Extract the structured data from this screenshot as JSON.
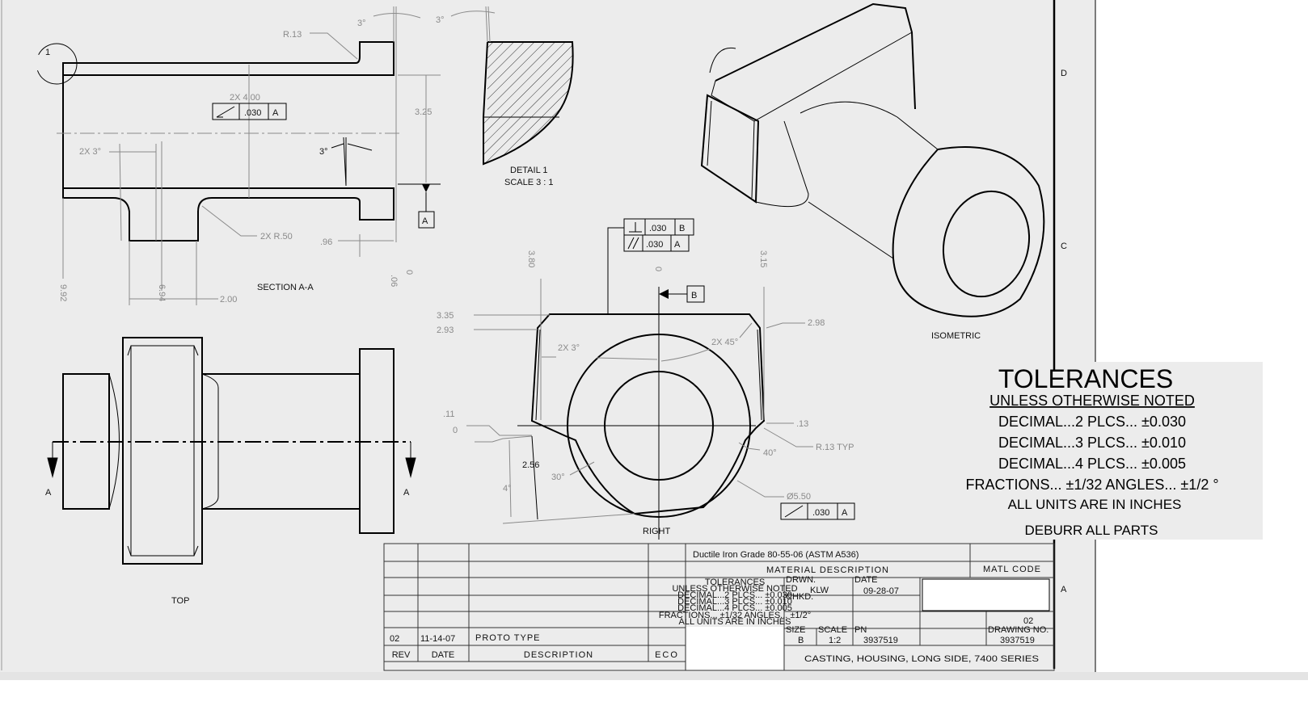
{
  "views": {
    "section": {
      "label": "SECTION A-A",
      "detail_callout": "1",
      "dims": {
        "r13": "R.13",
        "angle_top": "3°",
        "angle_top2": "3°",
        "twox400": "2X 4.00",
        "d325": "3.25",
        "twox3": "2X 3°",
        "angle_mid": "3°",
        "twoxr50": "2X R.50",
        "d96": ".96",
        "d992": "9.92",
        "d694": "6.94",
        "d200": "2.00",
        "d06": ".06",
        "d0": "0"
      },
      "fcf": {
        "tolerance": ".030",
        "datum": "A",
        "symbol": "total-runout"
      },
      "datum_a": "A"
    },
    "detail": {
      "label": "DETAIL 1",
      "scale": "SCALE 3 : 1",
      "angle": "3°"
    },
    "right": {
      "label": "RIGHT",
      "dims": {
        "d380": "3.80",
        "d0top": "0",
        "d315": "3.15",
        "d335": "3.35",
        "d293": "2.93",
        "d298": "2.98",
        "twox3": "2X 3°",
        "twox45": "2X 45°",
        "d11": ".11",
        "d0": "0",
        "d13": ".13",
        "r13typ": "R.13 TYP",
        "a40": "40°",
        "d256": "2.56",
        "a30": "30°",
        "a4": "4°",
        "dia550": "Ø5.50"
      },
      "fcf_perp": {
        "tolerance": ".030",
        "datum": "B"
      },
      "fcf_par": {
        "tolerance": ".030",
        "datum": "A"
      },
      "fcf_runout": {
        "tolerance": ".030",
        "datum": "A"
      },
      "datum_b": "B"
    },
    "top": {
      "label": "TOP",
      "section_marks": [
        "A",
        "A"
      ]
    },
    "isometric": {
      "label": "ISOMETRIC"
    }
  },
  "border_zones": [
    "D",
    "C",
    "A"
  ],
  "tolerances_note": {
    "title": "TOLERANCES",
    "subtitle": "UNLESS OTHERWISE NOTED",
    "lines": [
      "DECIMAL...2 PLCS... ±0.030",
      "DECIMAL...3 PLCS... ±0.010",
      "DECIMAL...4 PLCS... ±0.005",
      "FRACTIONS... ±1/32 ANGLES... ±1/2 °",
      "ALL UNITS ARE IN INCHES"
    ],
    "deburr": "DEBURR ALL PARTS"
  },
  "title_block": {
    "material": "Ductile Iron Grade 80-55-06 (ASTM A536)",
    "material_label": "MATERIAL DESCRIPTION",
    "matl_code_label": "MATL CODE",
    "tolerances_mini": {
      "title": "TOLERANCES",
      "lines": [
        "UNLESS OTHERWISE NOTED",
        "DECIMAL...2 PLCS... ±0.030",
        "DECIMAL...3 PLCS... ±0.010",
        "DECIMAL...4 PLCS... ±0.005",
        "FRACTIONS... ±1/32 ANGLES... ±1/2°",
        "ALL UNITS ARE IN INCHES"
      ]
    },
    "drawn_label": "DRWN.",
    "drawn_by": "KLW",
    "date_label": "DATE",
    "date": "09-28-07",
    "checked_label": "CHKD.",
    "size_label": "SIZE",
    "size": "B",
    "scale_label": "SCALE",
    "scale": "1:2",
    "pn_label": "PN",
    "pn": "3937519",
    "drawing_no_label": "DRAWING NO.",
    "drawing_no": "3937519",
    "rev_value": "02",
    "title": "CASTING, HOUSING, LONG SIDE, 7400 SERIES",
    "revisions": {
      "headers": [
        "REV",
        "DATE",
        "DESCRIPTION",
        "ECO"
      ],
      "rows": [
        {
          "rev": "02",
          "date": "11-14-07",
          "description": "PROTO TYPE",
          "eco": ""
        }
      ]
    }
  },
  "colors": {
    "sheet": "#ececec",
    "dimension": "#8a8a8a",
    "line": "#000000"
  }
}
